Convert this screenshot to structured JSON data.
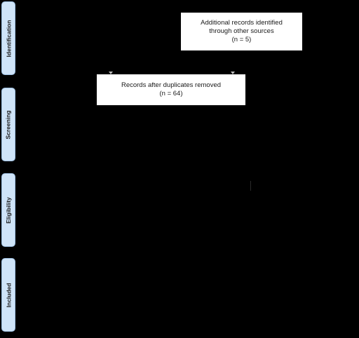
{
  "stages": [
    {
      "id": "identification",
      "label": "Identification"
    },
    {
      "id": "screening",
      "label": "Screening"
    },
    {
      "id": "eligibility",
      "label": "Eligibility"
    },
    {
      "id": "included",
      "label": "Included"
    }
  ],
  "boxes": {
    "other_sources": {
      "line1": "Additional records identified",
      "line2": "through other sources",
      "count": "(n = 5)"
    },
    "after_duplicates": {
      "line1": "Records after duplicates removed",
      "count": "(n = 64)"
    }
  },
  "colors": {
    "background": "#000000",
    "stage_tab_fill": "#cfe4f8",
    "stage_tab_border": "#9fc1e3",
    "box_fill": "#ffffff",
    "text": "#1a1a1a"
  }
}
